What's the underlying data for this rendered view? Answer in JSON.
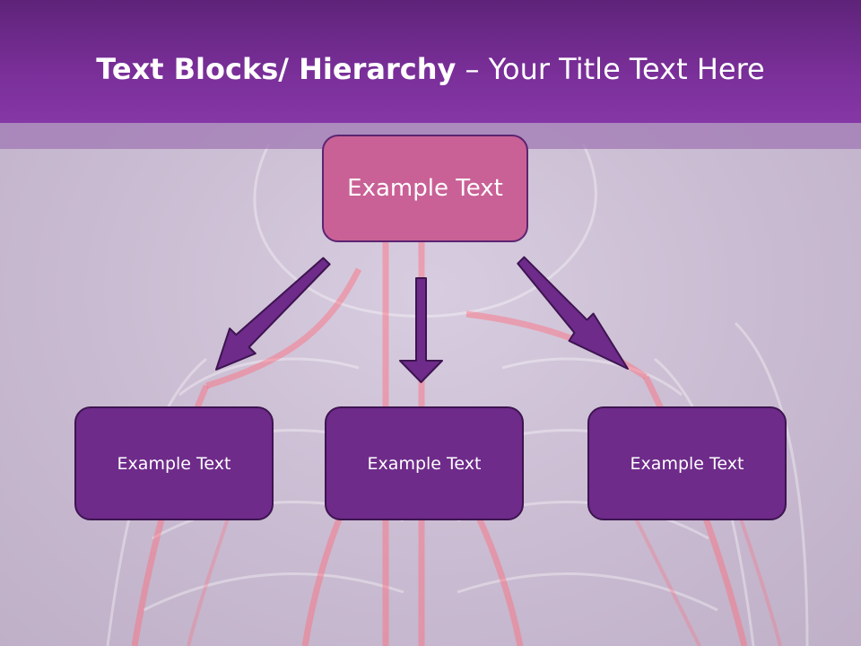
{
  "slide": {
    "title_bold": "Text Blocks/ Hierarchy",
    "title_rest": " – Your Title Text Here"
  },
  "diagram": {
    "top": {
      "label": "Example Text"
    },
    "children": [
      {
        "label": "Example Text"
      },
      {
        "label": "Example Text"
      },
      {
        "label": "Example Text"
      }
    ]
  },
  "colors": {
    "header": "#7a2f99",
    "top_box": "#c96196",
    "child_box": "#6e2b8a",
    "arrow": "#6e2b8a",
    "border": "#3d1450"
  }
}
